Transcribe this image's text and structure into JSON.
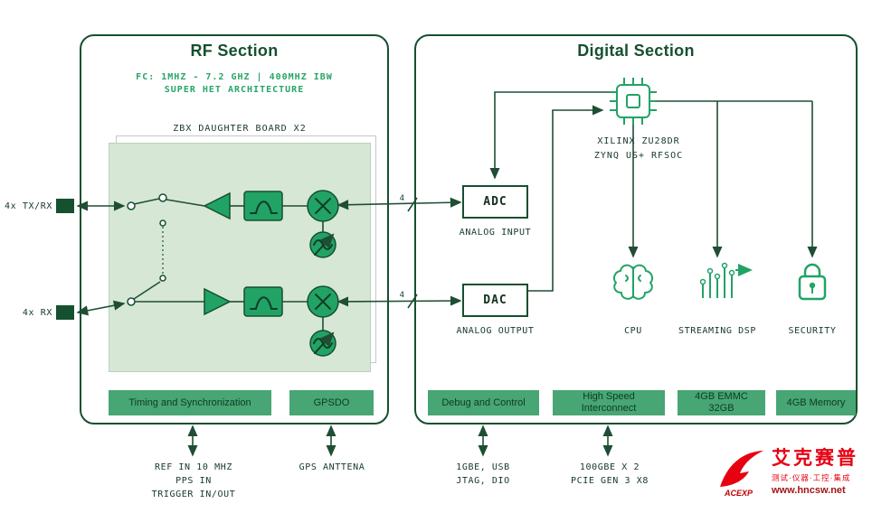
{
  "colors": {
    "dark_green": "#15502f",
    "accent_green": "#21a366",
    "shape_green": "#22a366",
    "panel_green": "#d6e7d5",
    "strip_green": "#47a673",
    "brand_red": "#e60012",
    "site_maroon": "#a31515"
  },
  "rf_section": {
    "title": "RF Section",
    "subtitle_line1": "FC: 1MHZ - 7.2 GHZ | 400MHZ IBW",
    "subtitle_line2": "SUPER HET ARCHITECTURE",
    "daughter_board_label": "ZBX DAUGHTER BOARD X2",
    "port_trx_label": "4x TX/RX",
    "port_rx_label": "4x RX",
    "strip_timing": "Timing and Synchronization",
    "strip_gpsdo": "GPSDO",
    "timing_io_lines": [
      "REF IN 10 MHZ",
      "PPS IN",
      "TRIGGER IN/OUT"
    ],
    "gps_antenna_label": "GPS ANTTENA"
  },
  "digital_section": {
    "title": "Digital Section",
    "soc_line1": "XILINX ZU28DR",
    "soc_line2": "ZYNQ US+ RFSOC",
    "adc_label": "ADC",
    "adc_caption": "ANALOG INPUT",
    "dac_label": "DAC",
    "dac_caption": "ANALOG OUTPUT",
    "bus_width_top": "4",
    "bus_width_bottom": "4",
    "cpu_label": "CPU",
    "dsp_label": "STREAMING DSP",
    "security_label": "SECURITY",
    "strip_debug": "Debug and Control",
    "strip_interconnect_line1": "High Speed",
    "strip_interconnect_line2": "Interconnect",
    "strip_emmc_line1": "4GB EMMC",
    "strip_emmc_line2": "32GB",
    "strip_memory": "4GB Memory",
    "debug_io_lines": [
      "1GBE, USB",
      "JTAG, DIO"
    ],
    "interconnect_io_lines": [
      "100GBE X 2",
      "PCIE GEN 3 X8"
    ]
  },
  "watermark": {
    "logo_text": "ACEXP",
    "brand_cn": "艾克赛普",
    "tagline": "测试·仪器·工控·集成",
    "website": "www.hncsw.net"
  }
}
